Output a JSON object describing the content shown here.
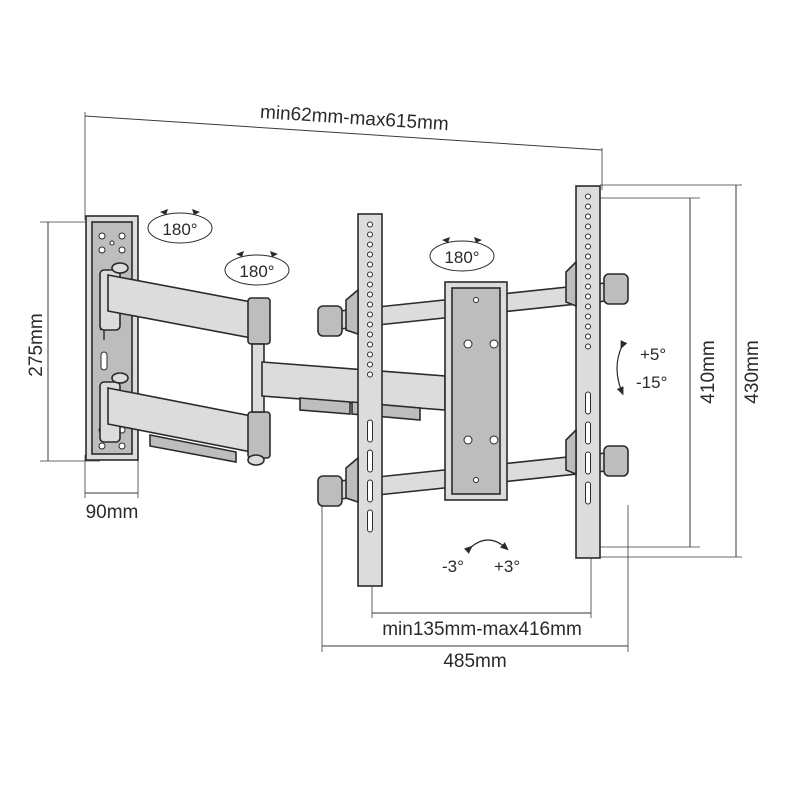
{
  "dimensions": {
    "top_width": "min62mm-max615mm",
    "left_height": "275mm",
    "wall_plate_depth": "90mm",
    "vesa_height": "410mm",
    "overall_height": "430mm",
    "vesa_width": "min135mm-max416mm",
    "overall_width": "485mm"
  },
  "rotations": {
    "wall": "180°",
    "arm": "180°",
    "head": "180°"
  },
  "tilt": {
    "up": "+5°",
    "down": "-15°"
  },
  "level": {
    "left": "-3°",
    "right": "+3°"
  }
}
